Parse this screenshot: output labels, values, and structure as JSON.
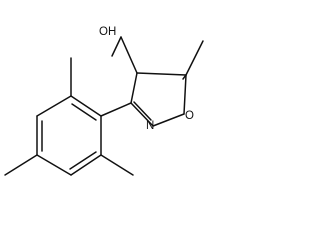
{
  "molecule": {
    "labels": {
      "hydroxyl": "OH",
      "ring_oxygen": "O",
      "ring_nitrogen": "N"
    },
    "colors": {
      "background": "#ffffff",
      "bond": "#111111",
      "text": "#111111"
    }
  }
}
